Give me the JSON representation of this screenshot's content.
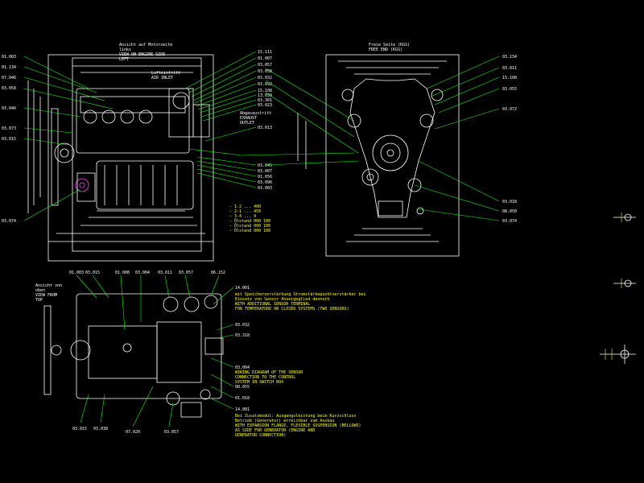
{
  "views": {
    "side": {
      "title_de": "Ansicht auf Motorseite",
      "title_de2": "links",
      "title_en": "VIEW ON ENGINE SIDE",
      "title_en2": "LEFT"
    },
    "front": {
      "title_de": "Freie Seite (KGS)",
      "title_en": "FREE END (KGS)"
    },
    "top": {
      "title_de": "Ansicht von",
      "title_de2": "oben",
      "title_en": "VIEW FROM",
      "title_en2": "TOP"
    }
  },
  "labels": {
    "air_inlet_de": "Lufteintritt",
    "air_inlet_en": "AIR INLET",
    "exhaust_de": "Abgasaustritt",
    "exhaust_en": "EXHAUST",
    "exhaust_en2": "OUTLET"
  },
  "side_left_labels": [
    "01.003",
    "01.134",
    "07.046",
    "03.058",
    "03.046",
    "03.073",
    "03.015",
    "03.074"
  ],
  "side_right_labels": [
    "15.111",
    "01.007",
    "03.057",
    "03.058",
    "03.032",
    "03.092",
    "15.108",
    "13.039",
    "03.301",
    "03.023",
    "03.013"
  ],
  "side_lower_labels": [
    "03.045",
    "03.007",
    "01.056",
    "03.096",
    "03.003"
  ],
  "front_right_labels": [
    "03.134",
    "03.011",
    "15.108",
    "03.055",
    "03.072",
    "03.018",
    "08.050",
    "03.074"
  ],
  "top_top_labels": [
    "01.003",
    "03.015",
    "01.008",
    "03.004",
    "03.011",
    "03.057",
    "06.152"
  ],
  "top_right_labels": [
    "14.001",
    "03.032",
    "03.318",
    "03.004",
    "08.055",
    "01.018",
    "14.001"
  ],
  "top_bottom_labels": [
    "03.015",
    "03.038",
    "07.020",
    "03.057"
  ],
  "yellow_notes": {
    "n1": [
      "mit Speicherverstärkung Stromstärkepunktverstärker bei",
      "Einsatz von Sensor Anzeigeglied dennoch",
      "WITH ADDITIONAL SENSOR TERMINAL",
      "FOR TEMPERATURE ON CLOSED SYSTEMS (TWO SENSORS)"
    ],
    "n2": [
      "WIRING DIAGRAM OF THE SENSOR",
      "CONNECTION TO THE CONTROL",
      "SYSTEM IN SWITCH BOX"
    ],
    "n3": [
      "Bei Zusatzmodul: Ausgangsleistung beim Kurzschluss",
      "Betrieb (Generator) erreichbar zum Ausbau",
      "WITH EXPANSION FLANGE, FLEXIBLE SUSPENSION (BELLOWS)",
      "AS SIDE FOR GENERATOR (ENGINE AND",
      "GENERATOR CONNECTION)"
    ],
    "legend": [
      "- 1-2 ... 400",
      "- 2-1 ... 450",
      "- 3-4 ... 4",
      "- Ölstand 000 100",
      "- Ölstand 000 100",
      "- Ölstand 000 100"
    ]
  }
}
